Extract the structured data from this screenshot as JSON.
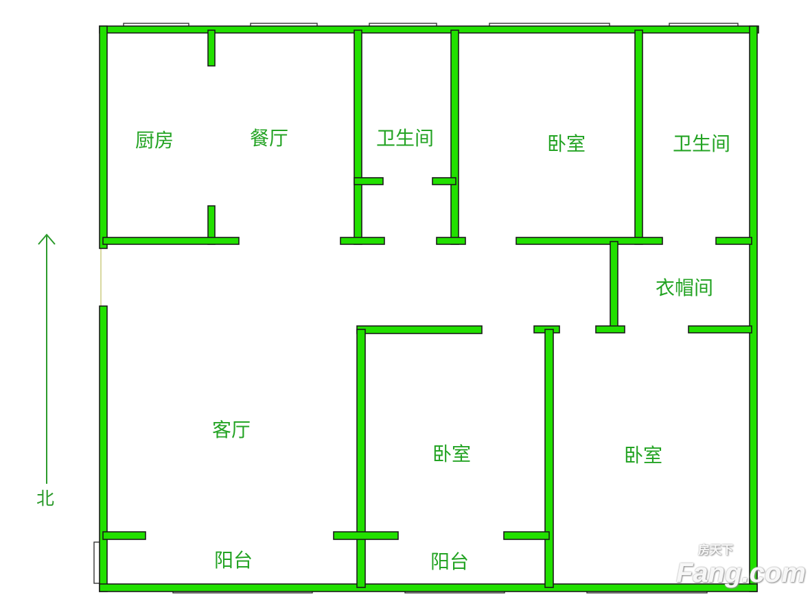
{
  "rooms": {
    "kitchen": "厨房",
    "dining": "餐厅",
    "bath1": "卫生间",
    "bedroom1": "卧室",
    "bath2": "卫生间",
    "closet": "衣帽间",
    "living": "客厅",
    "bedroom2": "卧室",
    "bedroom3": "卧室",
    "balcony1": "阳台",
    "balcony2": "阳台"
  },
  "compass": {
    "label": "北"
  },
  "watermark": {
    "brand": "Fang.com",
    "cn": "房天下"
  },
  "colors": {
    "wall": "#22e000",
    "label": "#23a323",
    "arrow": "#2a9a2a"
  }
}
